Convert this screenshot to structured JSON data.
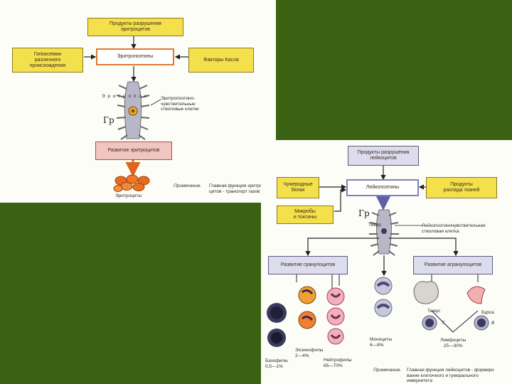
{
  "top": {
    "box_destruction": "Продукты разрушения\nэритроцитов",
    "box_erythro": "Эритропоэтины",
    "box_hypoxemia": "Гипоксемии\nразличного\nпроисхождения",
    "box_castle": "Факторы Касла",
    "dotted_label": "Э р и т р о п о э",
    "stem_label": "Эритропоэтино-\nчувствительные\nстволовые клетки",
    "gr_label": "Гр",
    "box_development": "Развитие эритроцитов",
    "erythrocytes_label": "Эритроциты",
    "caption_italic": "Примечание.",
    "caption_text": "Главная функция эритро\nцитов - транспорт газов"
  },
  "bottom": {
    "box_destruction": "Продукты разрушения\nлейкоцитов",
    "box_foreign": "Чужеродные\nбелки",
    "box_leukopoietins": "Лейкопоэтины",
    "box_tissue": "Продукты\nраспада тканей",
    "box_microbes": "Микробы\nи токсины",
    "gr_label": "Гр",
    "stem_label": "Тимус",
    "stem_desc": "Лейкопоэтиночувствительная\nстволовая клетка",
    "box_granulocytes": "Развитие гранулоцитов",
    "box_agranulocytes": "Развитие агранулоцитов",
    "thymus_label": "Тимус",
    "bursa_label": "Бурса",
    "t_label": "T",
    "b_label": "B",
    "basophils": "Базофилы\n0,5—1%",
    "eosinophils": "Эозинофилы\n2—4%",
    "neutrophils": "Нейтрофилы\n65—70%",
    "monocytes": "Моноциты\n6—8%",
    "lymphocytes": "Лимфоциты\n25—30%",
    "caption_italic": "Примечание.",
    "caption_text": "Главная функция лейкоцитов - формиро\nвание клеточного и гуморального\nиммунитета"
  },
  "colors": {
    "background": "#3b6112",
    "yellow_box": "#f4e04b",
    "orange_border": "#e07a30",
    "pink_box": "#f2c6c0",
    "lavender_border": "#8080b8"
  }
}
